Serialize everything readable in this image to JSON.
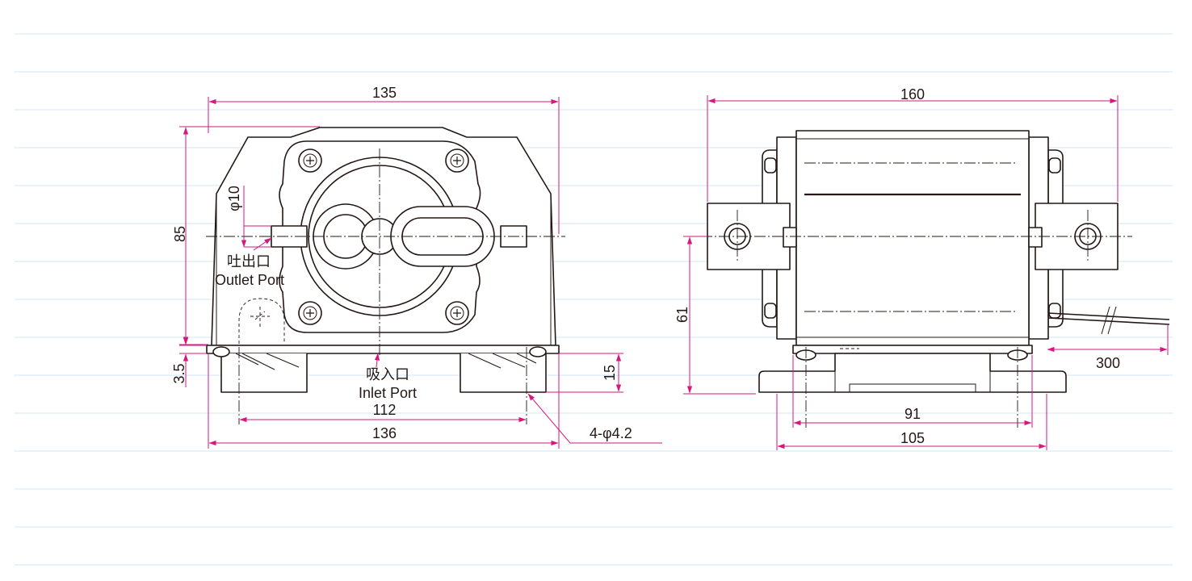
{
  "front_view": {
    "width_top": "135",
    "height": "85",
    "outlet_diameter": "φ10",
    "outlet_label_jp": "吐出口",
    "outlet_label_en": "Outlet Port",
    "base_thickness": "3.5",
    "foot_height": "15",
    "inlet_label_jp": "吸入口",
    "inlet_label_en": "Inlet Port",
    "hole_pitch": "112",
    "width_bottom": "136",
    "mount_holes": "4-φ4.2"
  },
  "side_view": {
    "length": "160",
    "height_to_center": "61",
    "cable_length": "300",
    "hole_pitch": "91",
    "base_length": "105"
  },
  "colors": {
    "dimension": "#d6177d",
    "outline": "#231815",
    "grid": "#cfe6f4"
  }
}
